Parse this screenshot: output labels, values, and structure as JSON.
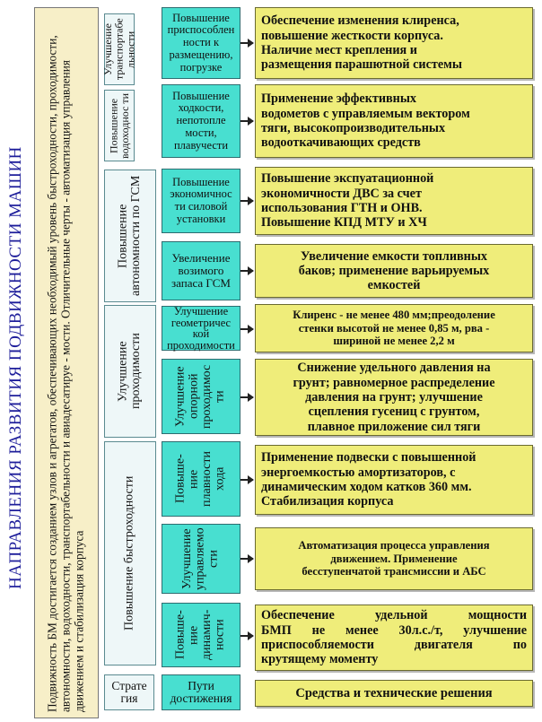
{
  "title": "НАПРАВЛЕНИЯ РАЗВИТИЯ ПОДВИЖНОСТИ МАШИН",
  "intro": "Подвижность БМ достигается созданием узлов и агрегатов, обеспечивающих необходимый уровень быстроходности, проходимости, автономности, водоходности, транспортабельности и авиадесатируе - мости. Отличительные черты - автоматизация управления движением и стабилизация корпуса",
  "strategies": [
    {
      "label": "Улучшение транспортабе льности"
    },
    {
      "label": "Повышение водоходнос ти"
    },
    {
      "label": "Повышение автономности по ГСМ"
    },
    {
      "label": "Улучшение проходимости"
    },
    {
      "label": "Повышение быстроходности"
    }
  ],
  "means": [
    {
      "label": "Повышение приспособлен ности к размещению, погрузке"
    },
    {
      "label": "Повышение ходкости, непотопле мости, плавучести"
    },
    {
      "label": "Повышение экономичнос ти силовой установки"
    },
    {
      "label": "Увеличение возимого запаса ГСМ"
    },
    {
      "label": "Улучшение геометричес кой проходимости"
    },
    {
      "label": "Улучшение опорной проходимос ти"
    },
    {
      "label": "Повыше- ние плавности хода"
    },
    {
      "label": "Улучшение управляемо сти"
    },
    {
      "label": "Повыше- ние динамич- ности"
    }
  ],
  "solutions": [
    {
      "lines": [
        "Обеспечение изменения клиренса,",
        "повышение жесткости корпуса.",
        "Наличие мест крепления и",
        "размещения парашютной системы"
      ]
    },
    {
      "lines": [
        "Применение эффективных",
        "водометов с управляемым вектором",
        "тяги, высокопроизводительных",
        "водооткачивающих средств"
      ]
    },
    {
      "lines": [
        "Повышение экспуатационной",
        "экономичности ДВС за счет",
        "использования ГТН и ОНВ.",
        "Повышение КПД МТУ и ХЧ"
      ]
    },
    {
      "lines": [
        "Увеличение емкости топливных",
        "баков; применение варьируемых",
        "емкостей"
      ]
    },
    {
      "lines": [
        "Клиренс - не менее 480 мм;преодоление",
        "стенки высотой не менее 0,85 м, рва -",
        "шириной не менее 2,2 м"
      ]
    },
    {
      "lines": [
        "Снижение удельного давления на",
        "грунт; равномерное распределение",
        "давления на грунт; улучшение",
        "сцепления гусениц с грунтом,",
        "плавное приложение сил тяги"
      ]
    },
    {
      "lines": [
        "Применение подвески с повышенной",
        "энергоемкостью амортизаторов, с",
        "динамическим ходом катков 360 мм.",
        "Стабилизация корпуса"
      ]
    },
    {
      "lines": [
        "Автоматизация процесса управления",
        "движением. Применение",
        "бесступенчатой трансмиссии и АБС"
      ]
    },
    {
      "lines": [
        "Обеспечение удельной мощности",
        "БМП не менее 30л.с./т, улучшение",
        "приспособляемости двигателя по",
        "крутящему моменту"
      ]
    }
  ],
  "legend": {
    "strategy": "Страте гия",
    "ways": "Пути достижения",
    "means": "Средства и технические решения"
  }
}
